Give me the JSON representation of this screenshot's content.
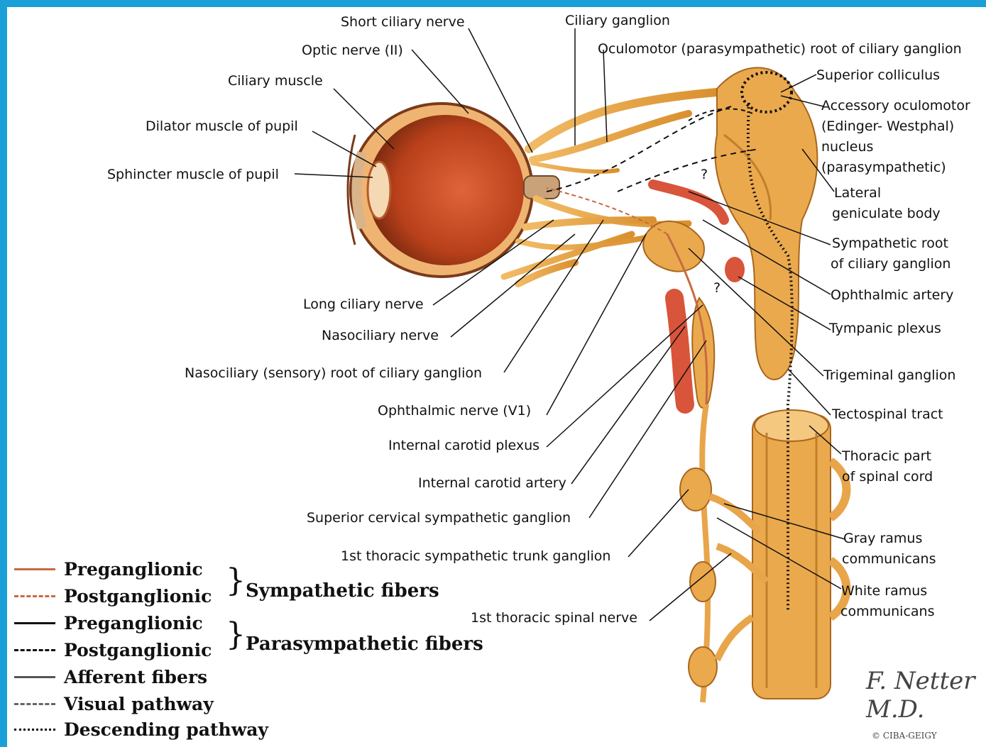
{
  "labels": {
    "short_ciliary_nerve": "Short ciliary nerve",
    "ciliary_ganglion": "Ciliary ganglion",
    "optic_nerve": "Optic nerve (II)",
    "oculomotor_root": "Oculomotor (parasympathetic) root of ciliary ganglion",
    "ciliary_muscle": "Ciliary muscle",
    "superior_colliculus": "Superior colliculus",
    "dilator_muscle": "Dilator muscle of pupil",
    "accessory_oculomotor_1": "Accessory oculomotor",
    "accessory_oculomotor_2": "(Edinger- Westphal)",
    "accessory_oculomotor_3": "nucleus",
    "accessory_oculomotor_4": "(parasympathetic)",
    "sphincter_muscle": "Sphincter muscle of pupil",
    "lateral_geniculate_1": "Lateral",
    "lateral_geniculate_2": "geniculate body",
    "sympathetic_root_1": "Sympathetic root",
    "sympathetic_root_2": "of ciliary ganglion",
    "ophthalmic_artery": "Ophthalmic artery",
    "long_ciliary_nerve": "Long ciliary nerve",
    "tympanic_plexus": "Tympanic plexus",
    "nasociliary_nerve": "Nasociliary nerve",
    "nasociliary_root": "Nasociliary (sensory) root of ciliary ganglion",
    "trigeminal_ganglion": "Trigeminal ganglion",
    "ophthalmic_nerve": "Ophthalmic nerve (V1)",
    "tectospinal_tract": "Tectospinal tract",
    "internal_carotid_plexus": "Internal carotid plexus",
    "thoracic_spinal_cord_1": "Thoracic part",
    "thoracic_spinal_cord_2": "of spinal cord",
    "internal_carotid_artery": "Internal carotid artery",
    "superior_cervical_ganglion": "Superior cervical sympathetic ganglion",
    "gray_ramus_1": "Gray ramus",
    "gray_ramus_2": "communicans",
    "first_thoracic_ganglion": "1st thoracic sympathetic trunk ganglion",
    "white_ramus_1": "White ramus",
    "white_ramus_2": "communicans",
    "first_thoracic_spinal_nerve": "1st thoracic spinal nerve",
    "question_mark": "?"
  },
  "legend": {
    "sym_pre": "Preganglionic",
    "sym_post": "Postganglionic",
    "sym_group": "Sympathetic fibers",
    "para_pre": "Preganglionic",
    "para_post": "Postganglionic",
    "para_group": "Parasympathetic fibers",
    "afferent": "Afferent fibers",
    "visual": "Visual pathway",
    "descending": "Descending pathway",
    "brace": "}"
  },
  "colors": {
    "border": "#1a9fd8",
    "sympathetic": "#c86a40",
    "parasympathetic": "#111111",
    "afferent": "#555555",
    "nerve": "#e8a54a",
    "eye": "#c0451c",
    "artery": "#d8543a"
  },
  "signature": {
    "name": "F. Netter M.D.",
    "copyright": "© CIBA-GEIGY"
  }
}
